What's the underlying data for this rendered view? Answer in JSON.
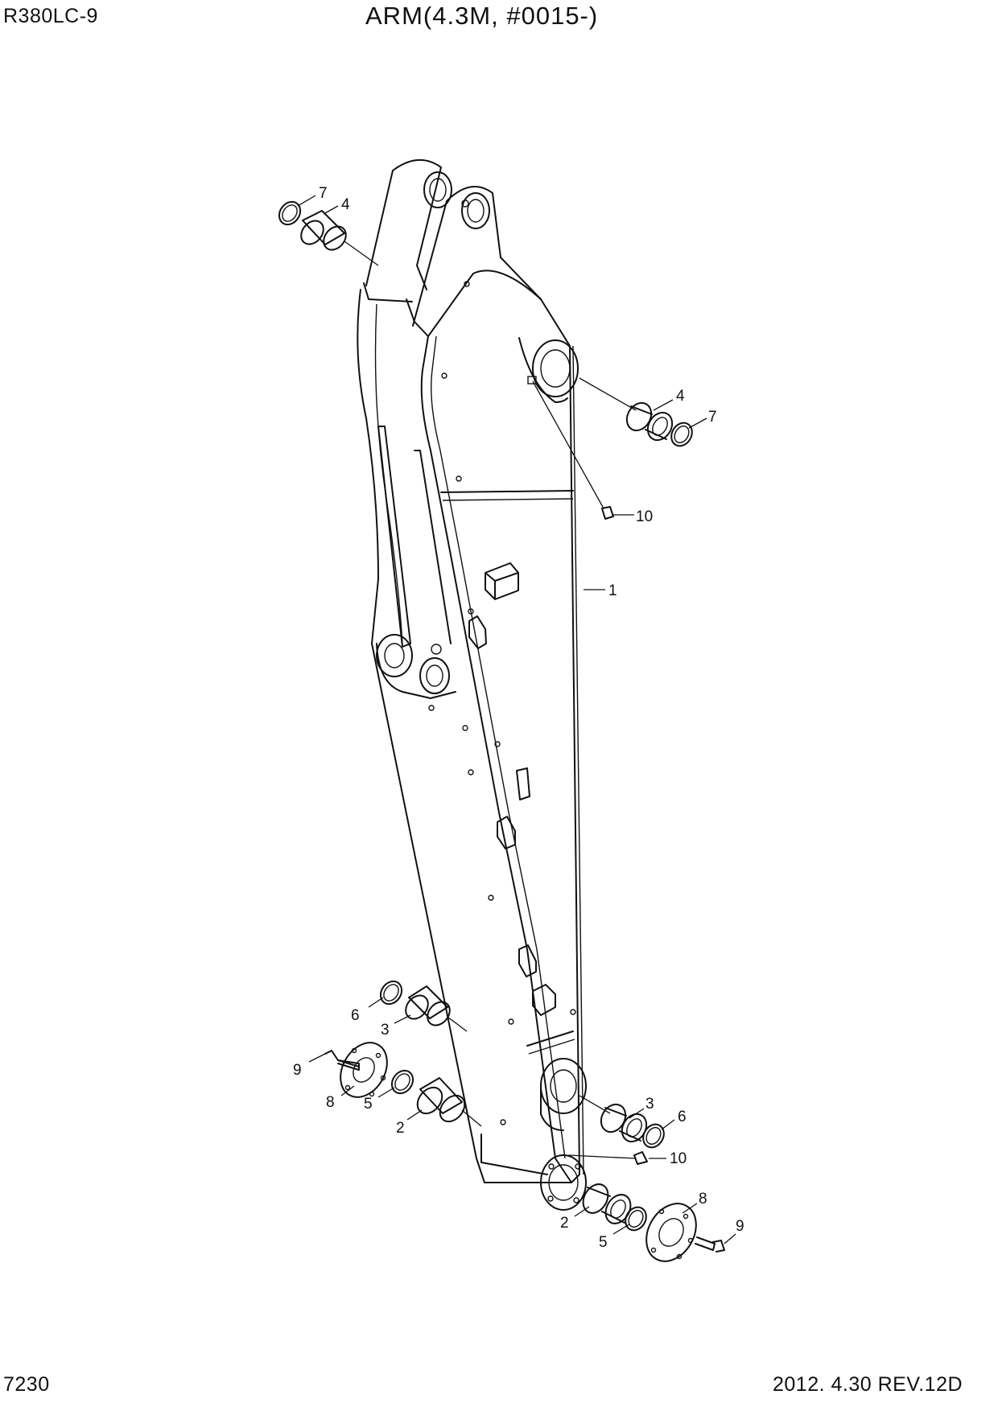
{
  "header": {
    "model": "R380LC-9",
    "title": "ARM(4.3M,  #0015-)"
  },
  "footer": {
    "page_number": "7230",
    "revision": "2012. 4.30  REV.12D"
  },
  "callouts": {
    "c7_top": "7",
    "c4_top": "4",
    "c4_right": "4",
    "c7_right": "7",
    "c10_upper": "10",
    "c1": "1",
    "c6_left": "6",
    "c3_left": "3",
    "c9_left": "9",
    "c8_left": "8",
    "c5_left": "5",
    "c2_left": "2",
    "c3_right": "3",
    "c6_right": "6",
    "c10_lower": "10",
    "c8_right": "8",
    "c9_right": "9",
    "c2_right": "2",
    "c5_right": "5"
  }
}
